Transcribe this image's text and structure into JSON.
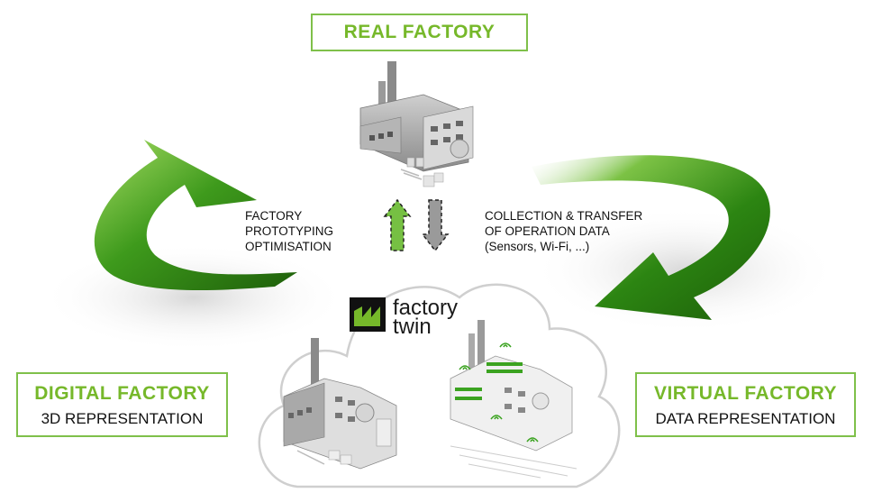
{
  "real_factory": {
    "title": "REAL FACTORY"
  },
  "digital_factory": {
    "title": "DIGITAL FACTORY",
    "subtitle": "3D REPRESENTATION"
  },
  "virtual_factory": {
    "title": "VIRTUAL FACTORY",
    "subtitle": "DATA REPRESENTATION"
  },
  "left_note": {
    "lines": [
      "FACTORY",
      "PROTOTYPING",
      "OPTIMISATION"
    ]
  },
  "right_note": {
    "lines": [
      "COLLECTION & TRANSFER",
      "OF OPERATION DATA",
      "(Sensors, Wi-Fi, ...)"
    ]
  },
  "logo": {
    "line1": "factory",
    "line2": "twin"
  },
  "colors": {
    "accent_green": "#76b82a",
    "border_green": "#7fc04a",
    "arrow_dark_green": "#2f7d12",
    "arrow_light_green": "#8fd14f",
    "up_arrow_green": "#76c043",
    "down_arrow_gray": "#9a9a9a"
  },
  "icons": [
    "factory-icon",
    "cloud-icon",
    "up-arrow-icon",
    "down-arrow-icon",
    "logo-icon",
    "cycle-arrow-icon"
  ]
}
